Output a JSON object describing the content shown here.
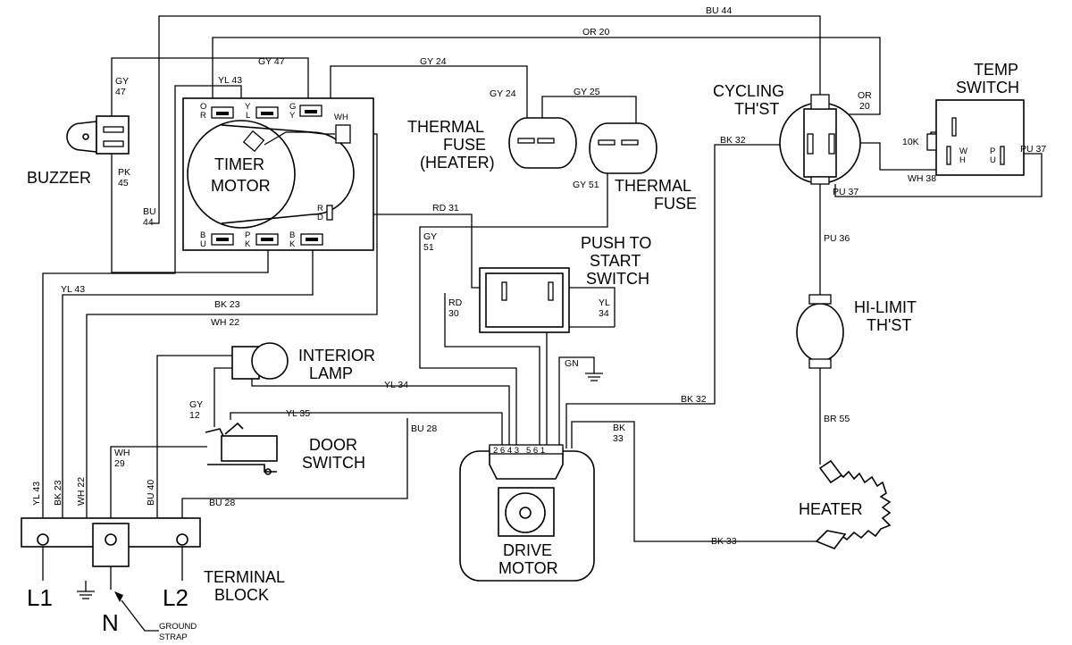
{
  "components": {
    "buzzer": "BUZZER",
    "timer_motor": [
      "TIMER",
      "MOTOR"
    ],
    "thermal_fuse_heater": [
      "THERMAL",
      "FUSE",
      "(HEATER)"
    ],
    "thermal_fuse": [
      "THERMAL",
      "FUSE"
    ],
    "push_to_start": [
      "PUSH TO",
      "START",
      "SWITCH"
    ],
    "cycling_thst": [
      "CYCLING",
      "TH'ST"
    ],
    "temp_switch": [
      "TEMP",
      "SWITCH"
    ],
    "hi_limit": [
      "HI-LIMIT",
      "TH'ST"
    ],
    "interior_lamp": [
      "INTERIOR",
      "LAMP"
    ],
    "door_switch": [
      "DOOR",
      "SWITCH"
    ],
    "drive_motor": [
      "DRIVE",
      "MOTOR"
    ],
    "heater": "HEATER",
    "terminal_block": [
      "TERMINAL",
      "BLOCK"
    ]
  },
  "terminals": {
    "l1": "L1",
    "n": "N",
    "l2": "L2",
    "ground_strap": [
      "GROUND",
      "STRAP"
    ]
  },
  "wire_labels": {
    "bu44_top": "BU 44",
    "or20_top": "OR 20",
    "gy47_top": "GY 47",
    "gy24_top": "GY 24",
    "gy47_left": [
      "GY",
      "47"
    ],
    "yl43_top": "YL 43",
    "pk45": [
      "PK",
      "45"
    ],
    "bu44_left": [
      "BU",
      "44"
    ],
    "gy24_mid": "GY 24",
    "gy25": "GY 25",
    "gy51": "GY 51",
    "rd31": "RD 31",
    "gy51_left": [
      "GY",
      "51"
    ],
    "rd30": [
      "RD",
      "30"
    ],
    "yl34_right": [
      "YL",
      "34"
    ],
    "gn": "GN",
    "yl43_mid": "YL 43",
    "bk23_mid": "BK 23",
    "wh22_mid": "WH 22",
    "yl34": "YL 34",
    "yl35": "YL 35",
    "gy12": [
      "GY",
      "12"
    ],
    "bu28_top": "BU 28",
    "bu28_low": "BU 28",
    "wh29": [
      "WH",
      "29"
    ],
    "bk32_upper": "BK 32",
    "bk32_lower": "BK 32",
    "bk33_right": [
      "BK",
      "33"
    ],
    "bk33_low": "BK 33",
    "pu36": "PU 36",
    "br55": "BR 55",
    "wh38": "WH 38",
    "pu37_a": "PU 37",
    "pu37_b": "PU 37",
    "or20_right": [
      "OR",
      "20"
    ],
    "ten_k": "10K",
    "yl43_vert": "YL 43",
    "bk23_vert": "BK 23",
    "wh22_vert": "WH 22",
    "bu40_vert": "BU 40"
  },
  "timer_contacts": {
    "or": [
      "O",
      "R"
    ],
    "yl": [
      "Y",
      "L"
    ],
    "gy": [
      "G",
      "Y"
    ],
    "wh": "WH",
    "bu": [
      "B",
      "U"
    ],
    "pk": [
      "P",
      "K"
    ],
    "bk": [
      "B",
      "K"
    ],
    "rd": [
      "R",
      "D"
    ]
  },
  "temp_switch_contacts": {
    "wh": [
      "W",
      "H"
    ],
    "pu": [
      "P",
      "U"
    ]
  },
  "motor_pins": "2 6 4 3   5 6 1"
}
